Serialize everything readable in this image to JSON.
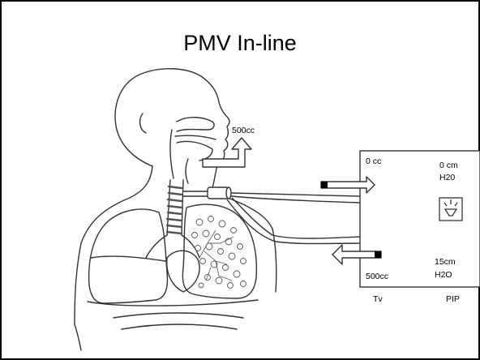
{
  "slide": {
    "title": "PMV In-line"
  },
  "airflow": {
    "exhale_volume": "500cc"
  },
  "ventilator_display": {
    "volume_top": "0 cc",
    "pressure_top_line1": "0 cm",
    "pressure_top_line2": "H20",
    "volume_bottom": "500cc",
    "pressure_bottom_line1": "15cm",
    "pressure_bottom_line2": "H2O",
    "alarm_icon": "alarm-bell-icon",
    "label_tv": "Tv",
    "label_pip": "PIP"
  }
}
